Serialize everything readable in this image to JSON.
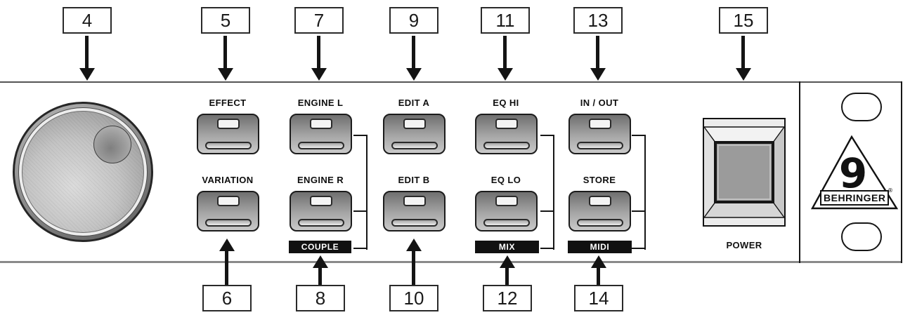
{
  "callouts": {
    "top": [
      "4",
      "5",
      "7",
      "9",
      "11",
      "13",
      "15"
    ],
    "bottom": [
      "6",
      "8",
      "10",
      "12",
      "14"
    ]
  },
  "controls": {
    "buttons": [
      {
        "label": "EFFECT"
      },
      {
        "label": "VARIATION"
      },
      {
        "label": "ENGINE L"
      },
      {
        "label": "ENGINE R",
        "group": "COUPLE"
      },
      {
        "label": "EDIT A"
      },
      {
        "label": "EDIT B"
      },
      {
        "label": "EQ HI"
      },
      {
        "label": "EQ LO",
        "group": "MIX"
      },
      {
        "label": "IN / OUT"
      },
      {
        "label": "STORE",
        "group": "MIDI"
      }
    ],
    "power_label": "POWER"
  },
  "brand": {
    "name": "BEHRINGER",
    "registered": "®",
    "ear_glyph": "9"
  },
  "colors": {
    "group_label_bg": "#111111",
    "group_label_text": "#ffffff",
    "panel_top_line": "#555555",
    "panel_bottom_line": "#8a8a8a",
    "arrow": "#141414"
  }
}
